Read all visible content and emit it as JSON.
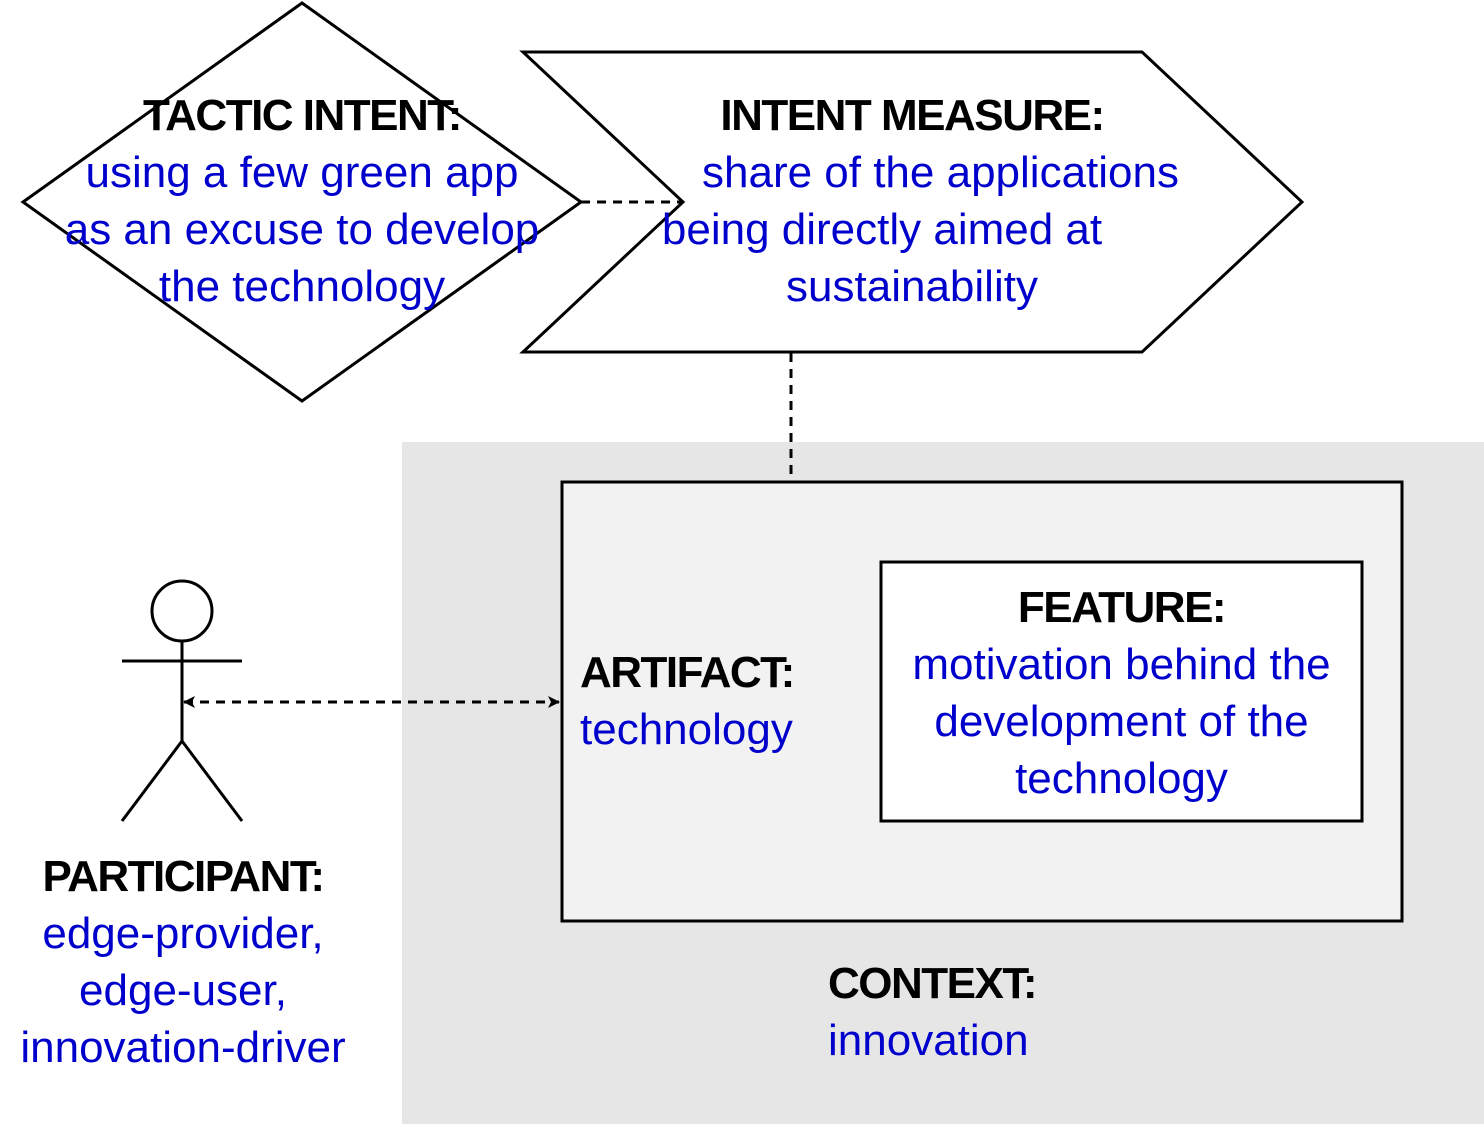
{
  "colors": {
    "heading": "#000000",
    "value": "#0000cc",
    "context_fill": "#e6e6e6",
    "artifact_fill": "#f2f2f2",
    "line": "#000000"
  },
  "tactic_intent": {
    "heading": "TACTIC INTENT:",
    "lines": [
      "using a few green app",
      "as an excuse to develop",
      "the technology"
    ]
  },
  "intent_measure": {
    "heading": "INTENT MEASURE:",
    "lines": [
      "share of the applications",
      "being directly aimed at",
      "sustainability"
    ]
  },
  "artifact": {
    "heading": "ARTIFACT:",
    "lines": [
      "technology"
    ]
  },
  "feature": {
    "heading": "FEATURE:",
    "lines": [
      "motivation behind the",
      "development of the",
      "technology"
    ]
  },
  "participant": {
    "heading": "PARTICIPANT:",
    "lines": [
      "edge-provider,",
      "edge-user,",
      "innovation-driver"
    ]
  },
  "context": {
    "heading": "CONTEXT:",
    "lines": [
      "innovation"
    ]
  }
}
